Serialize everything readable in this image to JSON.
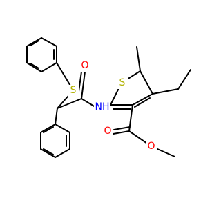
{
  "atoms": {
    "s_thioether": {
      "label": "S",
      "color": "#b2b200"
    },
    "o_amide": {
      "label": "O",
      "color": "#ff0000"
    },
    "s_thiophene": {
      "label": "S",
      "color": "#b2b200"
    },
    "nh": {
      "label": "NH",
      "color": "#0000ff"
    },
    "o_ester_carbonyl": {
      "label": "O",
      "color": "#ff0000"
    },
    "o_ester_ether": {
      "label": "O",
      "color": "#ff0000"
    }
  }
}
